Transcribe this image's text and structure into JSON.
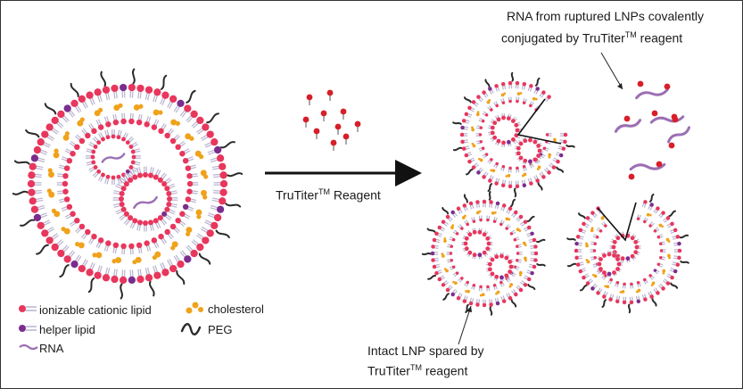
{
  "colors": {
    "lipid_head": "#e8365d",
    "lipid_tail": "#b9b3cf",
    "helper_lipid": "#7b2d8e",
    "cholesterol": "#f0a21b",
    "rna": "#9b6fb3",
    "peg": "#2b2b2b",
    "reagent": "#d71f2a",
    "arrow": "#111111"
  },
  "reagent_label": {
    "prefix": "TruTiter",
    "sup": "TM",
    "suffix": " Reagent"
  },
  "ruptured_caption": {
    "line1": "RNA from ruptured LNPs covalently",
    "line2_prefix": "conjugated by TruTiter",
    "line2_sup": "TM",
    "line2_suffix": "  reagent"
  },
  "intact_caption": {
    "line1": "Intact LNP spared by",
    "line2_prefix": "TruTiter",
    "line2_sup": "TM",
    "line2_suffix": "  reagent"
  },
  "legend": {
    "ionizable": "ionizable cationic  lipid",
    "cholesterol": "cholesterol",
    "helper": "helper lipid",
    "peg": "PEG",
    "rna": "RNA"
  }
}
